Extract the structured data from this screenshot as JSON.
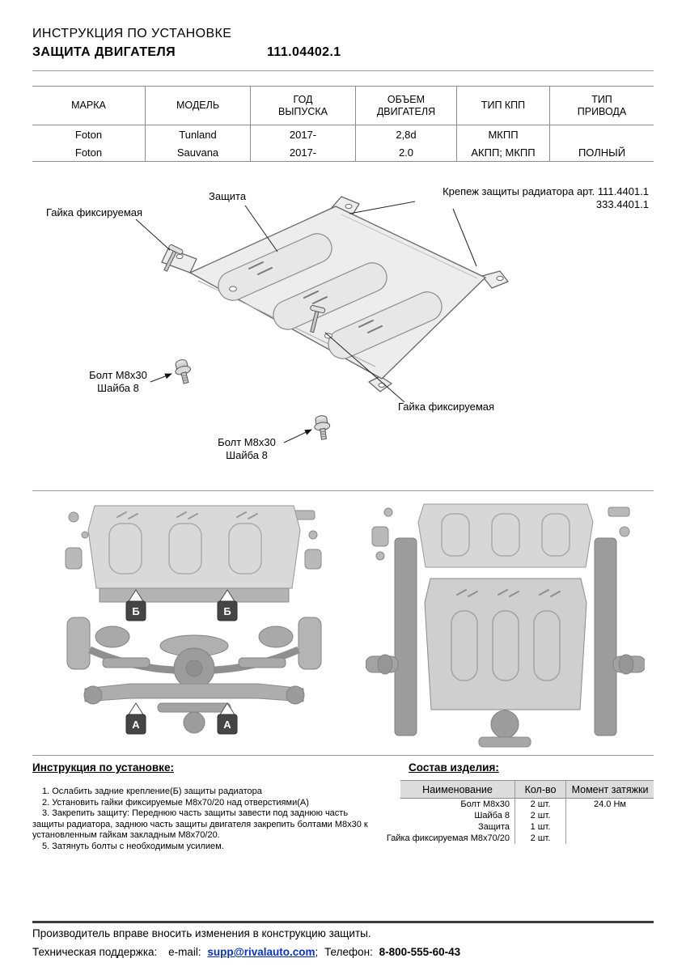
{
  "colors": {
    "link": "#0633cc",
    "footer_bar": "#3c3c3c"
  },
  "header": {
    "doc_type": "ИНСТРУКЦИЯ ПО УСТАНОВКЕ",
    "product": "ЗАЩИТА ДВИГАТЕЛЯ",
    "part_number": "111.04402.1"
  },
  "vehicle_table": {
    "headers": [
      "МАРКА",
      "МОДЕЛЬ",
      "ГОД\nВЫПУСКА",
      "ОБЪЕМ\nДВИГАТЕЛЯ",
      "ТИП КПП",
      "ТИП\nПРИВОДА"
    ],
    "rows": [
      {
        "brand": "Foton",
        "model": "Tunland",
        "year": "2017-",
        "engine": "2,8d",
        "gearbox": "МКПП",
        "drive": ""
      },
      {
        "brand": "Foton",
        "model": "Sauvana",
        "year": "2017-",
        "engine": "2.0",
        "gearbox": "АКПП; МКПП",
        "drive": "ПОЛНЫЙ"
      }
    ]
  },
  "diagram": {
    "labels": {
      "protection": "Защита",
      "radiator_fastener_line1": "Крепеж защиты радиатора арт. 111.4401.1",
      "radiator_fastener_line2": "333.4401.1",
      "fixing_nut_left": "Гайка фиксируемая",
      "fixing_nut_bottom": "Гайка фиксируемая",
      "bolt_left_name": "Болт М8х30",
      "bolt_left_washer": "Шайба 8",
      "bolt_bottom_name": "Болт М8х30",
      "bolt_bottom_washer": "Шайба 8"
    },
    "markers": {
      "b": "Б",
      "a": "А"
    }
  },
  "instructions": {
    "title": "Инструкция по установке:",
    "items": [
      "1. Ослабить задние крепление(Б) защиты радиатора",
      "2. Установить гайки фиксируемые М8х70/20 над отверстиями(А)",
      "3. Закрепить защиту: Переднюю часть защиты завести под заднюю часть защиты радиатора, заднюю часть защиты двигателя закрепить болтами М8х30 к установленным гайкам закладным М8х70/20.",
      "5. Затянуть болты с необходимым усилием."
    ]
  },
  "parts": {
    "title": "Состав изделия:",
    "headers": [
      "Наименование",
      "Кол-во",
      "Момент затяжки"
    ],
    "rows": [
      {
        "name": "Болт М8х30",
        "qty": "2 шт.",
        "torque": "24.0 Нм"
      },
      {
        "name": "Шайба 8",
        "qty": "2 шт.",
        "torque": ""
      },
      {
        "name": "Защита",
        "qty": "1 шт.",
        "torque": ""
      },
      {
        "name": "Гайка фиксируемая М8х70/20",
        "qty": "2 шт.",
        "torque": ""
      }
    ]
  },
  "footer": {
    "disclaimer": "Производитель вправе вносить изменения в конструкцию защиты.",
    "support_prefix": "Техническая поддержка:",
    "email_label": "e-mail:",
    "email": "supp@rivalauto.com",
    "separator": ";",
    "phone_label": "Телефон:",
    "phone": "8-800-555-60-43"
  }
}
